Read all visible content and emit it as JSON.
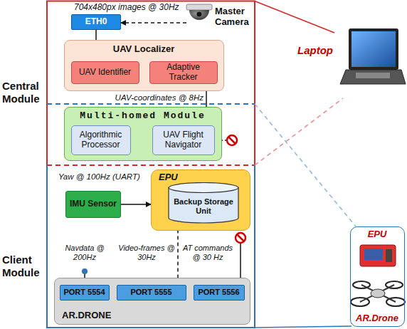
{
  "diagram": {
    "nodes": [
      {
        "text": [
          "ETH0"
        ]
      },
      {
        "text": [
          "Master Camera"
        ]
      },
      {
        "text": [
          "UAV Localizer"
        ]
      },
      {
        "text": [
          "UAV Identifier"
        ],
        "in": 2
      },
      {
        "text": [
          "Adaptive Tracker"
        ],
        "in": 2
      },
      {
        "text": [
          "Multi-homed Module"
        ]
      },
      {
        "text": [
          "Algorithmic Processor"
        ],
        "in": 5
      },
      {
        "text": [
          "UAV Flight Navigator"
        ],
        "in": 5
      },
      {
        "text": [
          "IMU Sensor"
        ]
      },
      {
        "text": [
          "EPU"
        ]
      },
      {
        "text": [
          "Backup Storage Unit"
        ],
        "in": 9
      },
      {
        "text": [
          "AR.DRONE"
        ]
      },
      {
        "text": [
          "PORT 5554"
        ],
        "in": 11
      },
      {
        "text": [
          "PORT 5555"
        ],
        "in": 11
      },
      {
        "text": [
          "PORT 5556"
        ],
        "in": 11
      },
      {
        "text": [
          "EPU",
          "AR.Drone"
        ]
      }
    ],
    "edges": [
      {
        "from": 1,
        "to": 0,
        "arrow": "to"
      },
      {
        "from": 0,
        "to": 3,
        "arrow": "to"
      },
      {
        "from": 3,
        "to": 4,
        "arrow": "to"
      },
      {
        "from": 2,
        "to": 5,
        "arrow": "none"
      },
      {
        "from": 6,
        "to": 7,
        "arrow": "to"
      },
      {
        "from": 8,
        "to": 9,
        "arrow": "to"
      },
      {
        "from": 13,
        "to": 10,
        "arrow": "to"
      }
    ],
    "labels": [
      "704x480px images @ 30Hz",
      "Laptop",
      "Central Module",
      "UAV-coordinates @ 8Hz",
      "Yaw @ 100Hz (UART)",
      "Client Module",
      "Navdata @ 200Hz",
      "Video-frames @ 30Hz",
      "AT commands @ 30 Hz"
    ]
  }
}
